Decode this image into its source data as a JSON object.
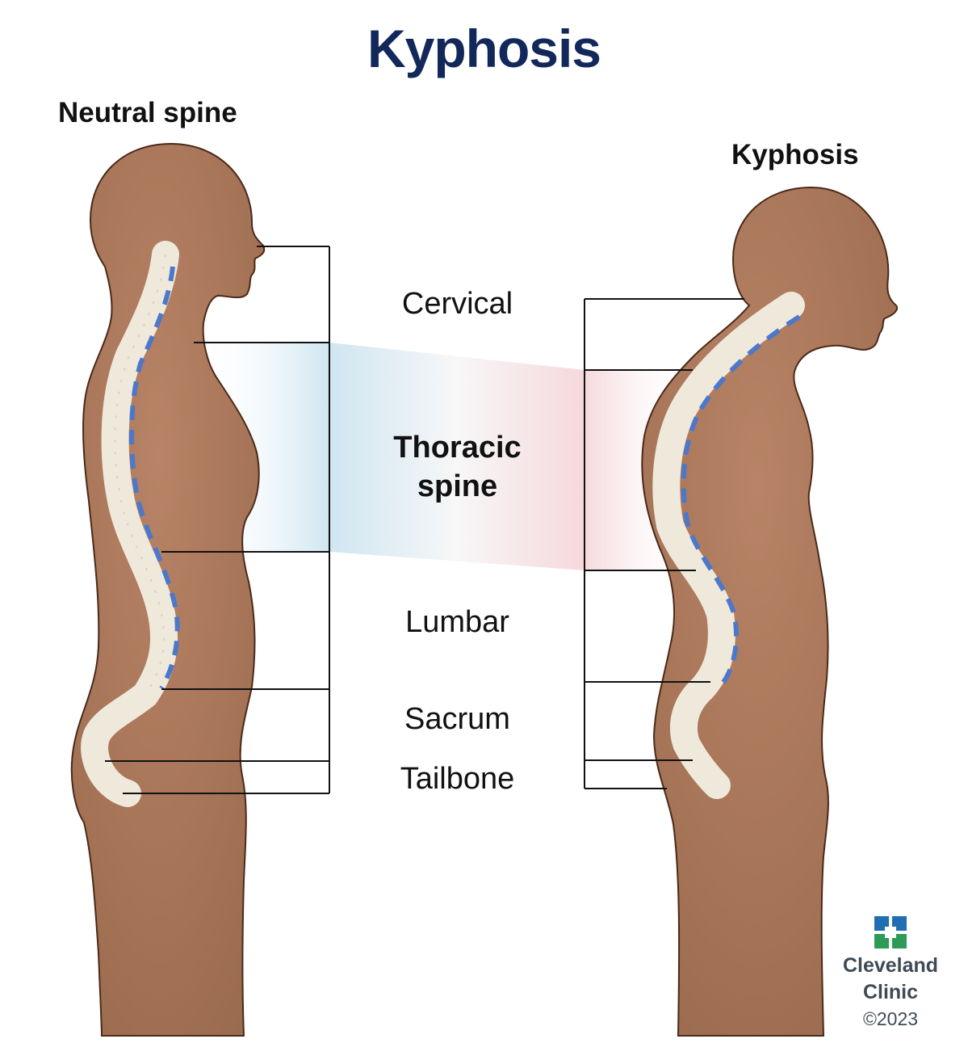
{
  "title": "Kyphosis",
  "figures": {
    "left_label": "Neutral spine",
    "right_label": "Kyphosis"
  },
  "segments": {
    "cervical": "Cervical",
    "thoracic_line1": "Thoracic",
    "thoracic_line2": "spine",
    "lumbar": "Lumbar",
    "sacrum": "Sacrum",
    "tailbone": "Tailbone"
  },
  "brand": {
    "line1": "Cleveland",
    "line2": "Clinic",
    "copyright": "©2023"
  },
  "colors": {
    "title": "#13285a",
    "skin": "#a9775a",
    "skin_outline": "#4a2a1a",
    "bone": "#efe9dc",
    "disc": "#4d78c9",
    "thoracic_left_tint": "#cfe6f1",
    "thoracic_right_tint": "#f6d8dc",
    "logo_blue": "#1f6fb2",
    "logo_green": "#2e9a58"
  }
}
